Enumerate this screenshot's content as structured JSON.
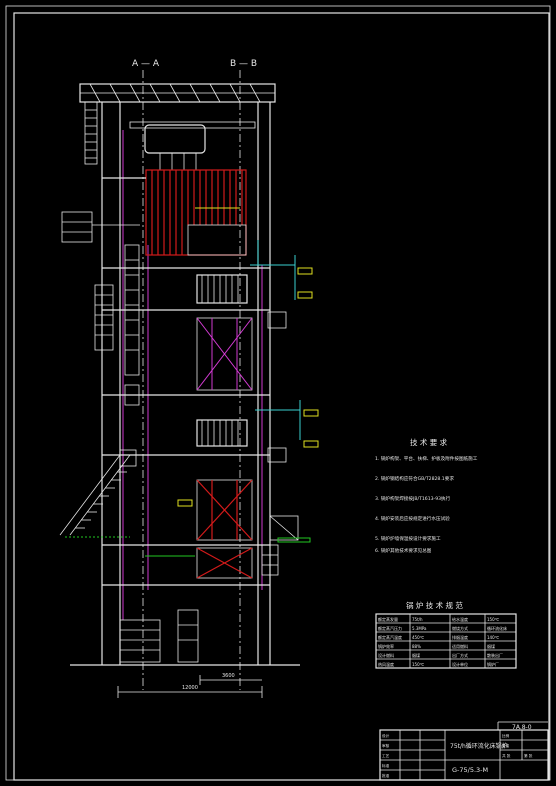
{
  "sections": {
    "left": "A — A",
    "right": "B — B"
  },
  "tech_notes": {
    "title": "技 术 要 求",
    "lines": [
      "1. 锅炉构架、平台、扶梯、护板及附件按图纸施工",
      "2. 锅炉钢结构应符合GB/T2828.1要求",
      "3. 锅炉构架焊接按JB/T1613-93执行",
      "4. 锅炉安装后应按规定进行水压试验",
      "5. 锅炉炉墙保温按设计要求施工",
      "6. 锅炉其他技术要求见总图"
    ]
  },
  "spec_table": {
    "title": "锅 炉 技 术 规 范",
    "rows": [
      [
        "额定蒸发量",
        "75t/h",
        "给水温度",
        "150℃"
      ],
      [
        "额定蒸汽压力",
        "5.3MPa",
        "燃烧方式",
        "循环流化床"
      ],
      [
        "额定蒸汽温度",
        "450℃",
        "排烟温度",
        "140℃"
      ],
      [
        "锅炉效率",
        "88%",
        "适用燃料",
        "烟煤"
      ],
      [
        "设计燃料",
        "烟煤",
        "出厂方式",
        "散装出厂"
      ],
      [
        "热风温度",
        "150℃",
        "设计单位",
        "锅炉厂"
      ]
    ]
  },
  "title_block": {
    "code_top": "7A.8-0",
    "drawing_name": "75t/h循环流化床锅炉",
    "drawing_no": "G-75/5.3-M",
    "cells": [
      "设计",
      "审核",
      "工艺",
      "标准",
      "批准",
      "比例",
      "重量",
      "共 张",
      "第 张"
    ]
  },
  "dimensions": {
    "width_lower": "12000",
    "width_upper": "3600"
  },
  "colors": {
    "background": "#000000",
    "line": "#e6e6e6",
    "furnace": "#d21a1a",
    "column": "#d13ad1",
    "pipe": "#3ad1d1",
    "accent": "#e0e020",
    "ground": "#22c922"
  }
}
